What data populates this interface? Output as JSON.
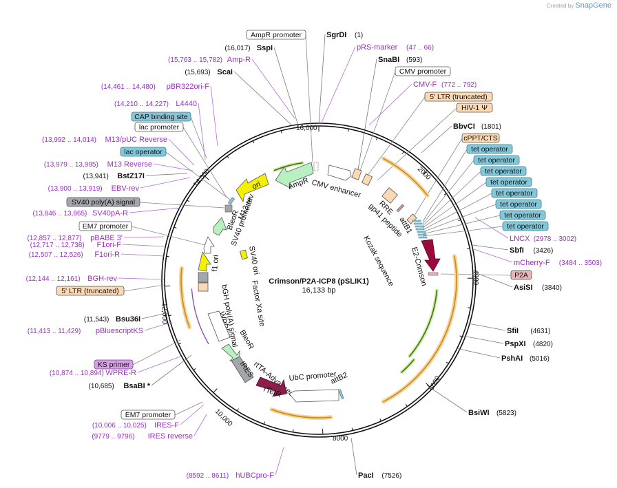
{
  "credit": {
    "prefix": "Created by",
    "brand": "SnapGene"
  },
  "map": {
    "title": "Crimson/P2A-ICP8 (pSLIK1)",
    "length": "16,133 bp",
    "ticks": [
      "2000",
      "4000",
      "6000",
      "8000",
      "10,000",
      "12,000",
      "14,000",
      "16,000"
    ]
  },
  "sites": [
    {
      "name": "SgrDI",
      "pos": "(1)"
    },
    {
      "name": "SnaBI",
      "pos": "(593)"
    },
    {
      "name": "BbvCI",
      "pos": "(1801)"
    },
    {
      "name": "SbfI",
      "pos": "(3426)"
    },
    {
      "name": "AsiSI",
      "pos": "(3840)"
    },
    {
      "name": "SfiI",
      "pos": "(4631)"
    },
    {
      "name": "PspXI",
      "pos": "(4820)"
    },
    {
      "name": "PshAI",
      "pos": "(5016)"
    },
    {
      "name": "BsiWI",
      "pos": "(5823)"
    },
    {
      "name": "PacI",
      "pos": "(7526)"
    },
    {
      "name": "BsaBI *",
      "pos": "(10,685)"
    },
    {
      "name": "Bsu36I",
      "pos": "(11,543)"
    },
    {
      "name": "BstZ17I",
      "pos": "(13,941)"
    },
    {
      "name": "ScaI",
      "pos": "(15,693)"
    },
    {
      "name": "SspI",
      "pos": "(16,017)"
    }
  ],
  "primers": [
    {
      "name": "pRS-marker",
      "pos": "(47 .. 66)"
    },
    {
      "name": "CMV-F",
      "pos": "(772 .. 792)"
    },
    {
      "name": "LNCX",
      "pos": "(2978 .. 3002)"
    },
    {
      "name": "mCherry-F",
      "pos": "(3484 .. 3503)"
    },
    {
      "name": "hUBCpro-F",
      "pos": "(8592 .. 8611)"
    },
    {
      "name": "IRES reverse",
      "pos": "(9779 .. 9796)"
    },
    {
      "name": "IRES-F",
      "pos": "(10,006 .. 10,025)"
    },
    {
      "name": "WPRE-R",
      "pos": "(10,874 .. 10,894)"
    },
    {
      "name": "pBluescriptKS",
      "pos": "(11,413 .. 11,429)"
    },
    {
      "name": "BGH-rev",
      "pos": "(12,144 .. 12,161)"
    },
    {
      "name": "F1ori-R",
      "pos": "(12,507 .. 12,526)"
    },
    {
      "name": "F1ori-F",
      "pos": "(12,717 .. 12,738)"
    },
    {
      "name": "pBABE 3'",
      "pos": "(12,857 .. 12,877)"
    },
    {
      "name": "SV40pA-R",
      "pos": "(13,846 .. 13,865)"
    },
    {
      "name": "EBV-rev",
      "pos": "(13,900 .. 13,919)"
    },
    {
      "name": "M13 Reverse",
      "pos": "(13,979 .. 13,995)"
    },
    {
      "name": "M13/pUC Reverse",
      "pos": "(13,992 .. 14,014)"
    },
    {
      "name": "L4440",
      "pos": "(14,210 .. 14,227)"
    },
    {
      "name": "pBR322ori-F",
      "pos": "(14,461 .. 14,480)"
    },
    {
      "name": "Amp-R",
      "pos": "(15,763 .. 15,782)"
    }
  ],
  "boxed_labels": {
    "amp_promoter": "AmpR promoter",
    "cmv_promoter": "CMV promoter",
    "ltr_top": "5' LTR (truncated)",
    "hiv_psi": "HIV-1 Ψ",
    "cppt": "cPPT/CTS",
    "tet_operator": "tet operator",
    "p2a": "P2A",
    "cap_site": "CAP binding site",
    "lac_promoter": "lac promoter",
    "lac_operator": "lac operator",
    "sv40_polya": "SV40 poly(A) signal",
    "em7_top": "EM7 promoter",
    "ltr_left": "5' LTR (truncated)",
    "ks_primer": "KS primer",
    "em7_bottom": "EM7 promoter"
  },
  "features": {
    "amp_r": "AmpR",
    "ori": "ori",
    "cmv_enhancer": "CMV enhancer",
    "rre": "RRE",
    "gp41": "gp41 peptide",
    "attb1": "attB1",
    "kozak": "Kozak sequence",
    "e2_crimson": "E2-Crimson",
    "m13_rev": "M13 rev",
    "sv40_promoter": "SV40 promoter",
    "bleor_1": "BleoR",
    "sv40_ori": "SV40 ori",
    "f1_ori": "f1 ori",
    "factor_xa": "Factor Xa site",
    "bgh": "bGH poly(A) signal",
    "wpre": "WPRE",
    "bleor_2": "BleoR",
    "ires": "IRES",
    "rtta": "rtTA-Advanced",
    "rtetr": "rTetR",
    "ubc": "UbC promoter",
    "attb2": "attB2"
  },
  "colors": {
    "amp": "#b9f0c0",
    "ori": "#f5ef00",
    "crimson": "#9b0a3c",
    "rtetr": "#8a1f49",
    "tet": "#86c6d6",
    "peach": "#fbd9b5",
    "primer": "#9b2fc4",
    "ks": "#d9a0e8",
    "p2a": "#e8b4b8",
    "grey": "#a3a7ab",
    "orange": "#e9a93f",
    "green": "#5a9a1a"
  }
}
